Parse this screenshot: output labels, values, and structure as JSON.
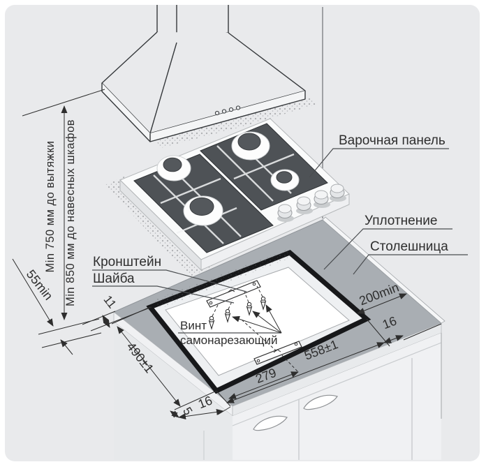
{
  "labels": {
    "hob_panel": "Варочная панель",
    "seal": "Уплотнение",
    "countertop": "Столешница",
    "bracket": "Кронштейн",
    "washer": "Шайба",
    "screw_line1": "Винт",
    "screw_line2": "самонарезающий"
  },
  "dimensions": {
    "hood_clearance": "Min 750 мм до вытяжки",
    "wall_cabinet_clearance": "Min 850 мм до навесных шкафов",
    "side_clearance": "55min",
    "back_offset": "11",
    "cutout_depth": "490±1",
    "cutout_width": "558±1",
    "cutout_half_width": "279",
    "right_clearance": "200min",
    "right_edge_distance": "16",
    "front_edge_distance": "16",
    "seal_gap": "5"
  },
  "colors": {
    "canvas": "#e9eaec",
    "countertop_top": "#a9aeb3",
    "seal": "#17181a",
    "grate": "#4e5256",
    "line": "#2e2e2e"
  }
}
